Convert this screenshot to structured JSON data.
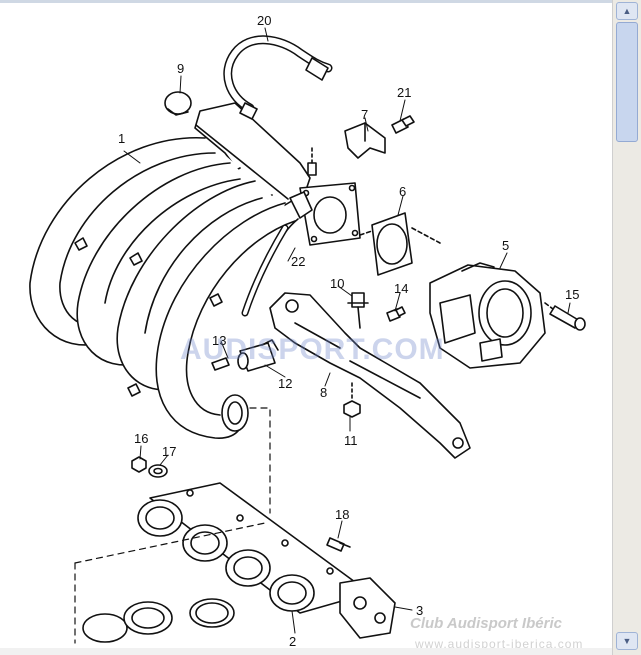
{
  "callouts": [
    "1",
    "2",
    "3",
    "5",
    "6",
    "7",
    "8",
    "9",
    "10",
    "11",
    "12",
    "13",
    "14",
    "15",
    "16",
    "17",
    "18",
    "20",
    "21",
    "22"
  ],
  "watermark": {
    "text": "AUDISPORT.COM"
  },
  "footer": {
    "brand": "Club Audisport Ibéric",
    "url": "www.audisport-iberica.com"
  },
  "colors": {
    "line": "#111111",
    "watermark": "#6f86c9",
    "scrollbar_accent": "#9fb3d6"
  },
  "icons": {
    "scroll_up": "scroll-up-arrow-icon",
    "scroll_down": "scroll-down-arrow-icon"
  }
}
